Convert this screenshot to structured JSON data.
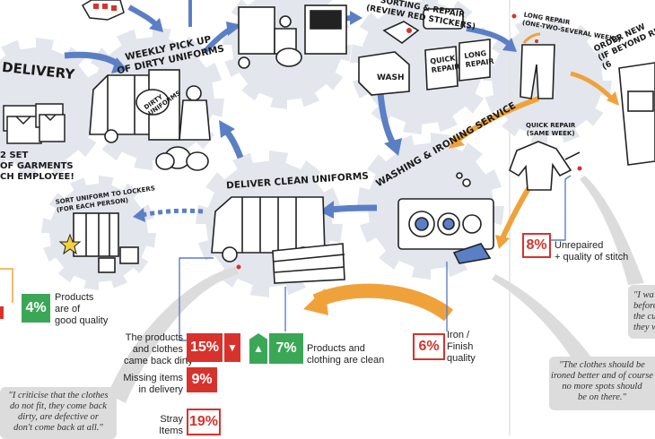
{
  "steps": {
    "delivery": "DELIVERY",
    "garments": "2 SET\nOF GARMENTS\nCH EMPLOYEE!",
    "weekly_pickup": "WEEKLY PICK UP\nOF DIRTY UNIFORMS",
    "dirty_uniforms_bag": "DIRTY\nUNIFORMS",
    "sorting_repair": "SORTING & REPAIR\n(REVIEW RED STICKERS)",
    "wash_box": "WASH",
    "quick_repair_box": "QUICK\nREPAIR",
    "long_repair_box": "LONG\nREPAIR",
    "long_repair": "LONG REPAIR\n(ONE-TWO-SEVERAL WEEKS)",
    "order_new": "ORDER NEW\n(IF BEYOND RE\n(6",
    "quick_repair": "QUICK REPAIR\n(SAME WEEK)",
    "washing_ironing": "WASHING & IRONING SERVICE",
    "deliver_clean": "DELIVER CLEAN UNIFORMS",
    "sort_lockers": "SORT UNIFORM TO LOCKERS\n(FOR EACH PERSON)"
  },
  "stats": [
    {
      "value": "4%",
      "label": "Products\nare of\ngood quality",
      "style": "green"
    },
    {
      "value": "15%",
      "label": "The products\nand clothes\ncame back dirty",
      "style": "red-solid",
      "icon": "thumbs-down-icon"
    },
    {
      "value": "9%",
      "label": "Missing items\nin delivery",
      "style": "red-solid"
    },
    {
      "value": "19%",
      "label": "Stray\nItems",
      "style": "red-out"
    },
    {
      "value": "7%",
      "label": "Products and\nclothing are clean",
      "style": "green",
      "icon": "thumbs-up-icon"
    },
    {
      "value": "6%",
      "label": "Iron /\nFinish\nquality",
      "style": "red-out"
    },
    {
      "value": "8%",
      "label": "Unrepaired\n+ quality of stitch",
      "style": "red-out"
    }
  ],
  "quotes": {
    "left": "\"I criticise that the clothes\ndo not fit, they come back\ndirty, are defective or\ndon't come back at all.\"",
    "center": "\"The clothes should be\nironed better and of course\nno more spots should\nbe on there.\"",
    "right": "\"I wa\nbefore\nthe cu\nthey w"
  },
  "colors": {
    "gear": "#e3e6ed",
    "arrow_blue": "#5b7fc4",
    "arrow_orange": "#f0a23a",
    "stat_green": "#3aa757",
    "stat_red": "#d8322c",
    "quote_bg": "#dcdcdc"
  }
}
